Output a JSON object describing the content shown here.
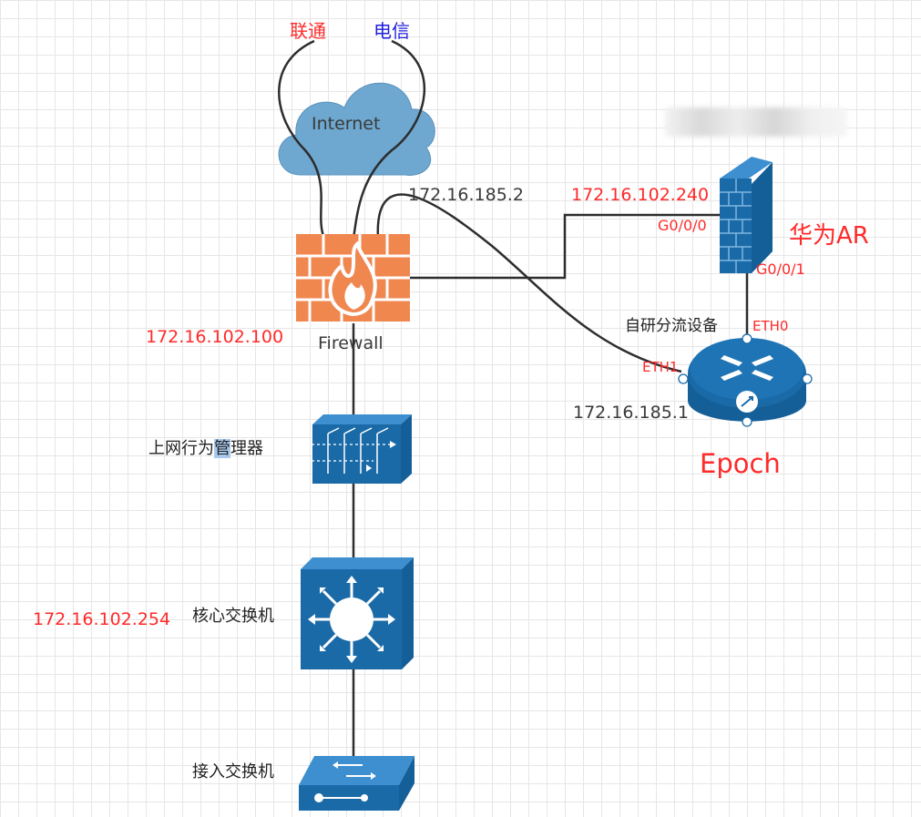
{
  "isps": {
    "unicom": "联通",
    "telecom": "电信"
  },
  "internet": {
    "label": "Internet"
  },
  "firewall": {
    "label": "Firewall",
    "ip": "172.16.102.100"
  },
  "links": {
    "firewall_epoch_fw_ip": "172.16.185.2",
    "firewall_epoch_epoch_ip": "172.16.185.1"
  },
  "huawei_ar": {
    "label": "华为AR",
    "ip": "172.16.102.240",
    "port_g000": "G0/0/0",
    "port_g001": "G0/0/1"
  },
  "epoch": {
    "name": "Epoch",
    "desc": "自研分流设备",
    "port_eth0": "ETH0",
    "port_eth1": "ETH1"
  },
  "behavior_manager": {
    "label_part1": "上网行为",
    "label_highlight": "管",
    "label_part2": "理器"
  },
  "core_switch": {
    "label": "核心交换机",
    "ip": "172.16.102.254"
  },
  "access_switch": {
    "label": "接入交换机"
  },
  "colors": {
    "device_blue": "#1a6aa8",
    "firewall_orange": "#f0874f",
    "cloud_blue": "#6ea7cf",
    "ip_red": "#ff2a2a"
  }
}
